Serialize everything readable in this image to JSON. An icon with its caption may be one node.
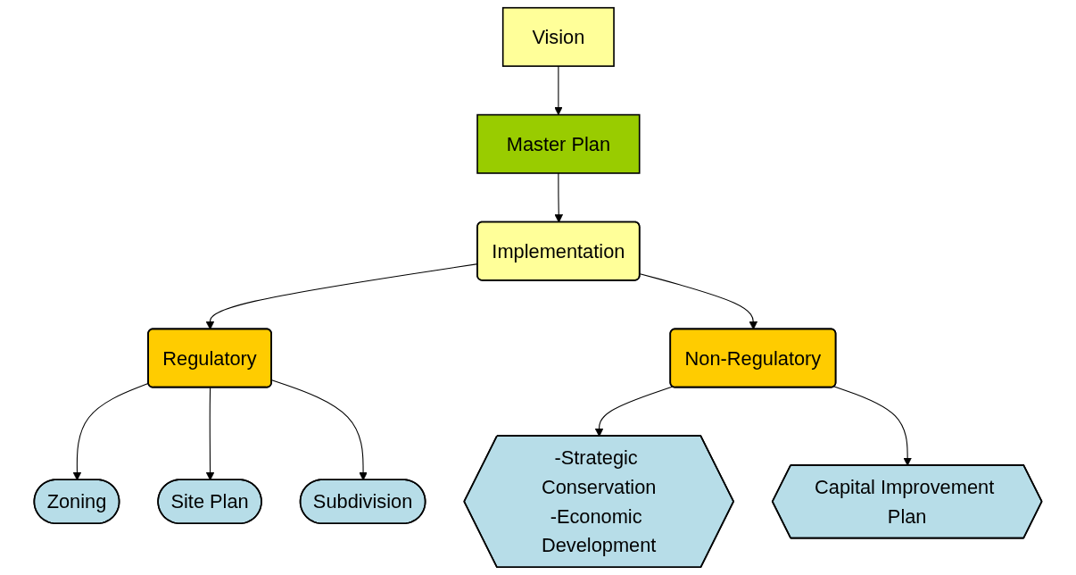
{
  "diagram": {
    "nodes": [
      {
        "text": [
          "Vision"
        ]
      },
      {
        "text": [
          "Master Plan"
        ]
      },
      {
        "text": [
          "Implementation"
        ]
      },
      {
        "text": [
          "Regulatory"
        ]
      },
      {
        "text": [
          "Non-Regulatory"
        ]
      },
      {
        "text": [
          "Zoning"
        ]
      },
      {
        "text": [
          "Site Plan"
        ]
      },
      {
        "text": [
          "Subdivision"
        ]
      },
      {
        "text": [
          "-Strategic Conservation",
          "-Economic Development"
        ]
      },
      {
        "text": [
          "Capital Improvement Plan"
        ]
      }
    ],
    "edges": [
      {
        "from": 0,
        "to": 1,
        "arrow": "to"
      },
      {
        "from": 1,
        "to": 2,
        "arrow": "to"
      },
      {
        "from": 2,
        "to": 3,
        "arrow": "to"
      },
      {
        "from": 2,
        "to": 4,
        "arrow": "to"
      },
      {
        "from": 3,
        "to": 5,
        "arrow": "to"
      },
      {
        "from": 3,
        "to": 6,
        "arrow": "to"
      },
      {
        "from": 3,
        "to": 7,
        "arrow": "to"
      },
      {
        "from": 4,
        "to": 8,
        "arrow": "to"
      },
      {
        "from": 4,
        "to": 9,
        "arrow": "to"
      }
    ]
  }
}
